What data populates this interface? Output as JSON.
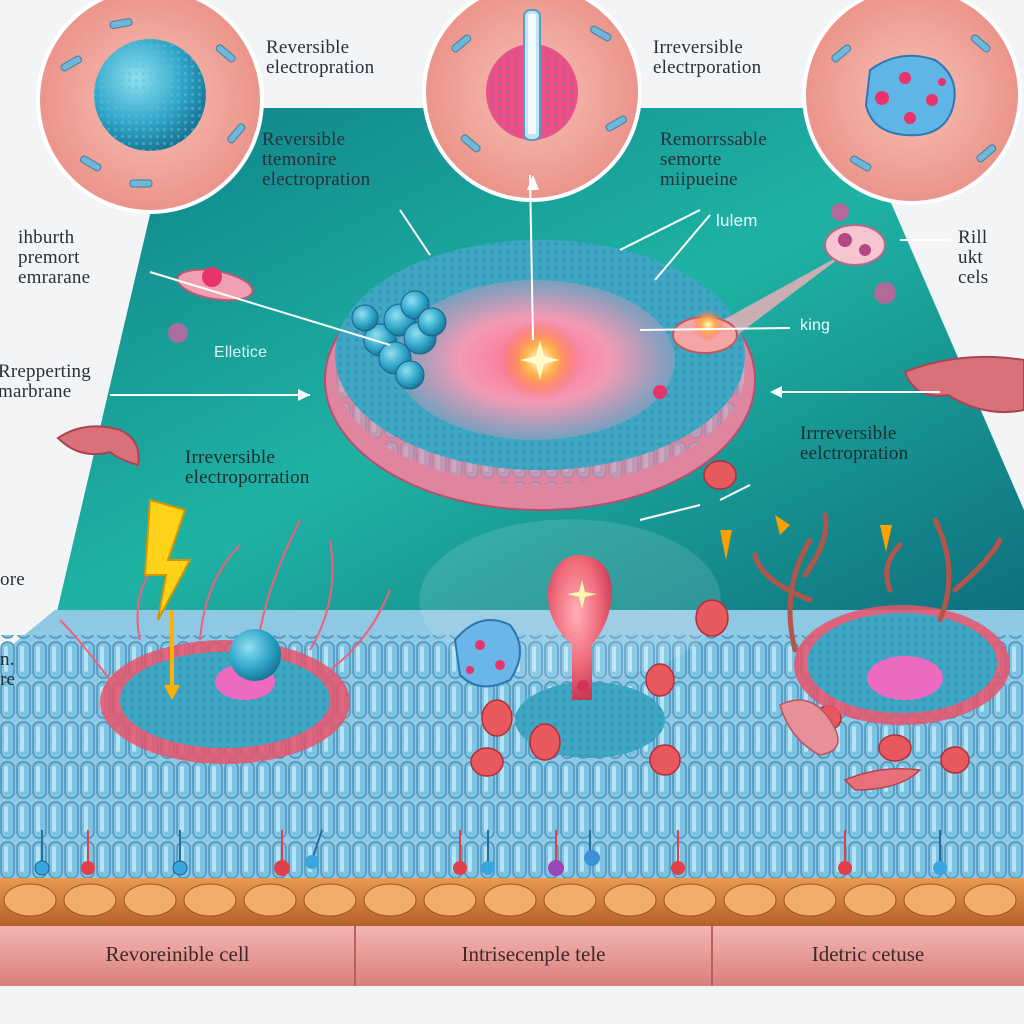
{
  "labels": {
    "circle1_title": "Reversible\nelectropration",
    "circle2_title": "Irreversible\nelectrporation",
    "center_left_title": "Reversible\nttemonire\nelectropration",
    "center_right_title": "Remorrssable\nsemorte\nmiipueine",
    "left_top": "ihburth\npremort\nemrarane",
    "left_mid": "Rrepperting\nmarbrane",
    "left_lower1": "ore",
    "left_lower2": "n.\nre",
    "right_top": "Rill\nukt\ncels",
    "eliletice": "Elletice",
    "lulem": "lulem",
    "king": "king",
    "mid_left_irreversible": "Irreversible\nelectroporration",
    "mid_right_irreversible": "Irrreversible\neelctropration"
  },
  "bottom_bar": {
    "left": "Revoreinible cell",
    "center": "Intrisecenple tele",
    "right": "Idetric cetuse"
  },
  "colors": {
    "platform": "#1a9a8a",
    "membrane_blue": "#3aa6c8",
    "membrane_pink": "#e87a9a",
    "cell_pink": "#f2a7a0",
    "bar_pink": "#e79a9a",
    "tissue_orange": "#d07a3a",
    "spark": "#ffd21a"
  }
}
